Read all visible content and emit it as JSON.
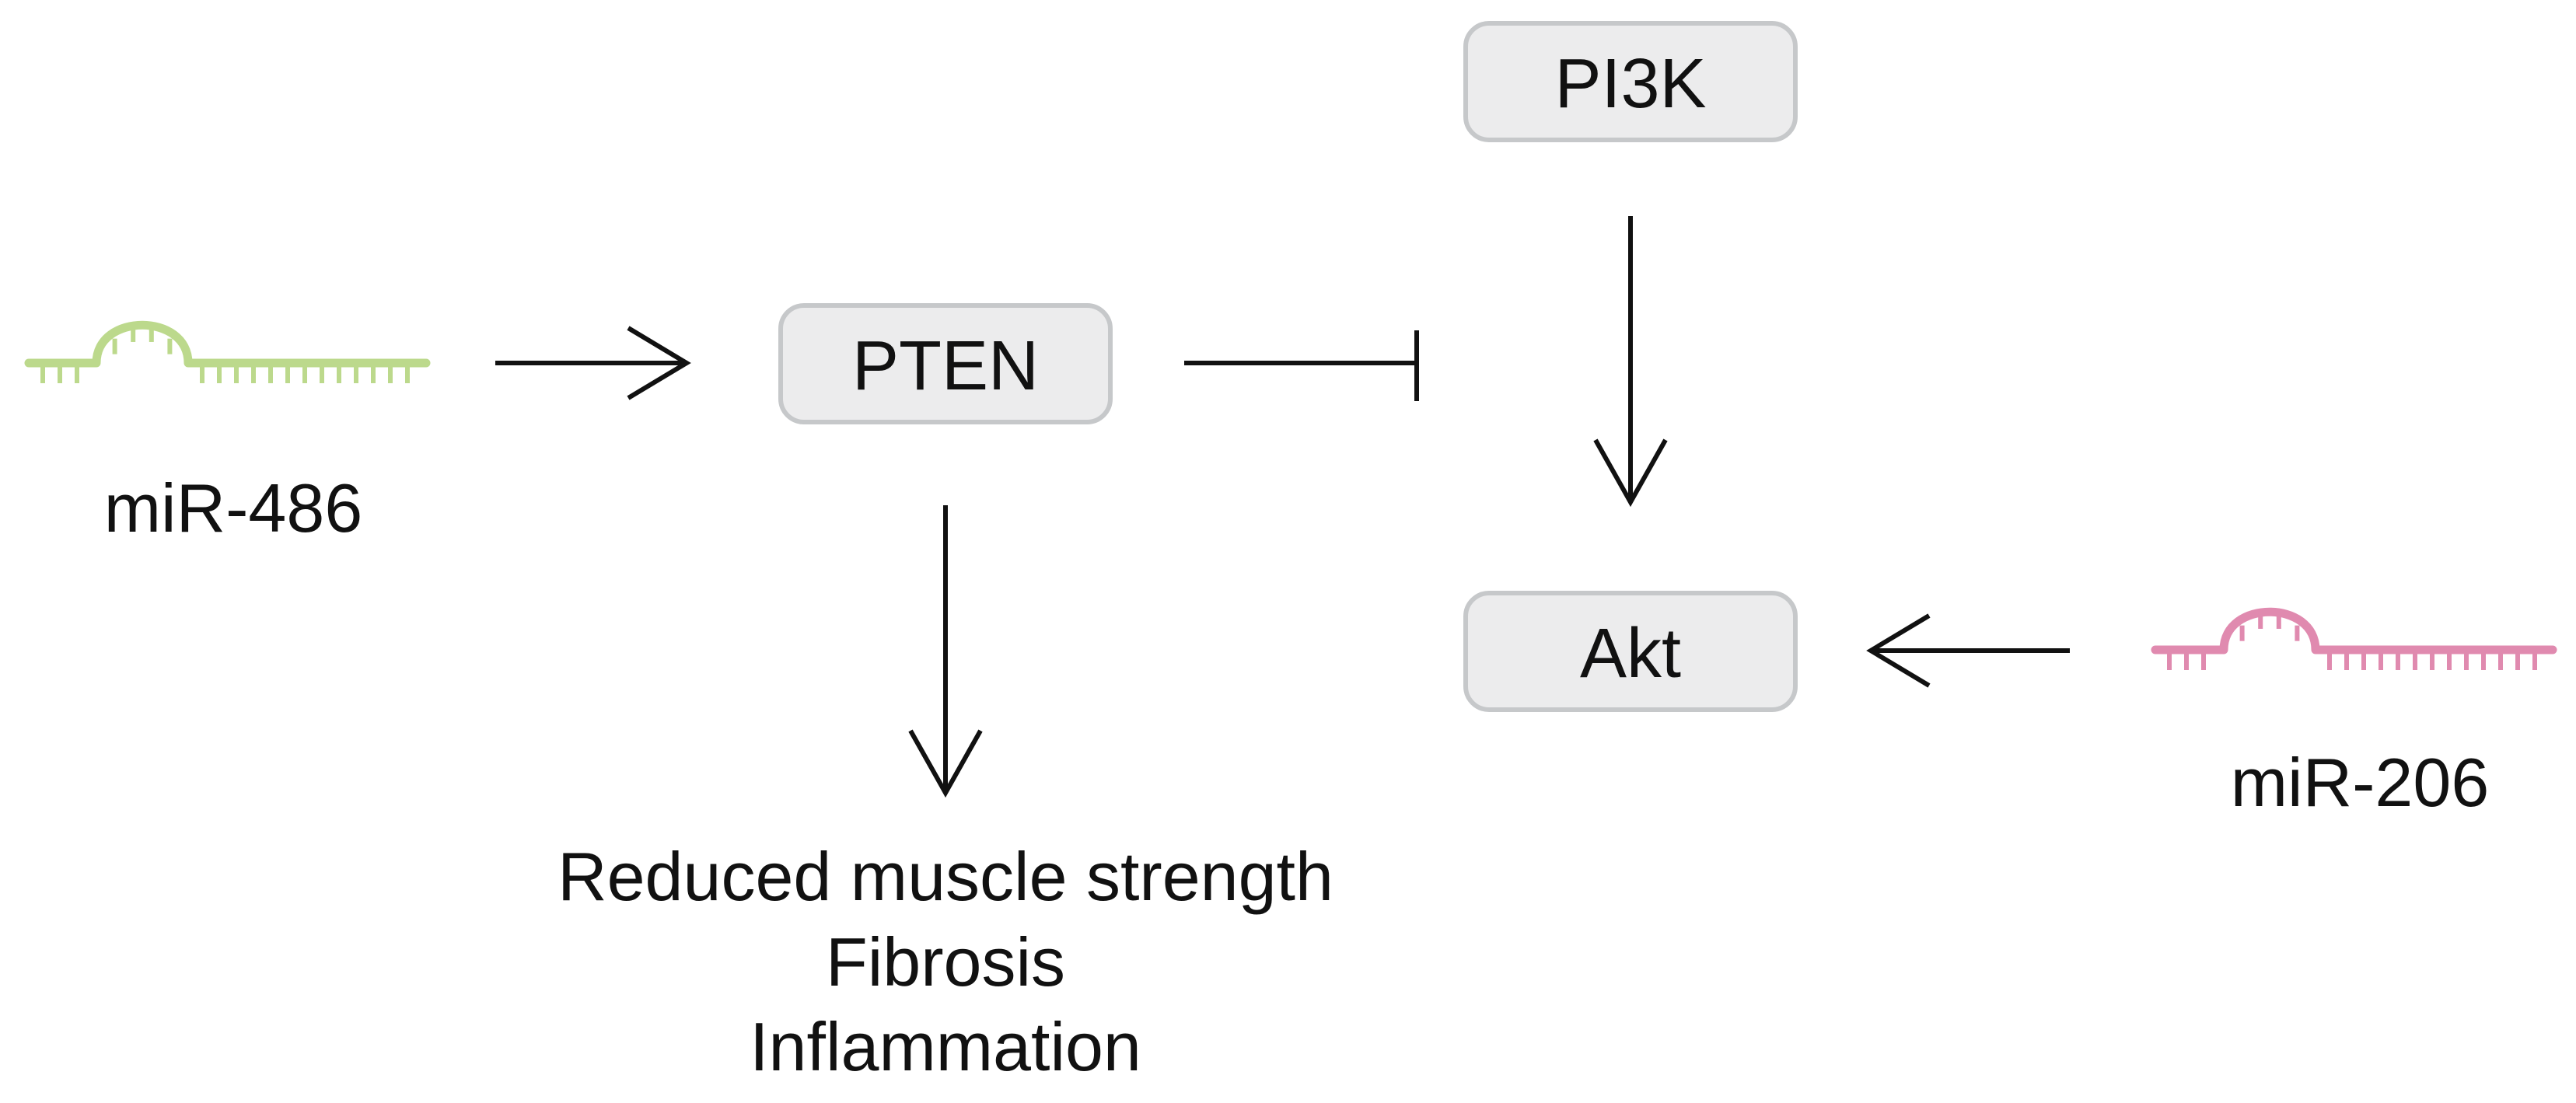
{
  "nodes": {
    "pi3k": "PI3K",
    "pten": "PTEN",
    "akt": "Akt"
  },
  "mirnas": {
    "mir486": {
      "label": "miR-486",
      "color": "#bcd98c",
      "icon": "mirna-hairpin-icon"
    },
    "mir206": {
      "label": "miR-206",
      "color": "#e08aaf",
      "icon": "mirna-hairpin-icon"
    }
  },
  "outcomes": [
    "Reduced muscle strength",
    "Fibrosis",
    "Inflammation"
  ],
  "edges": [
    {
      "from": "miR-486",
      "to": "PTEN",
      "type": "activation"
    },
    {
      "from": "PTEN",
      "to": "PI3K-Akt",
      "type": "inhibition"
    },
    {
      "from": "PI3K",
      "to": "Akt",
      "type": "activation"
    },
    {
      "from": "miR-206",
      "to": "Akt",
      "type": "activation"
    },
    {
      "from": "PTEN",
      "to": "outcomes",
      "type": "activation"
    }
  ]
}
